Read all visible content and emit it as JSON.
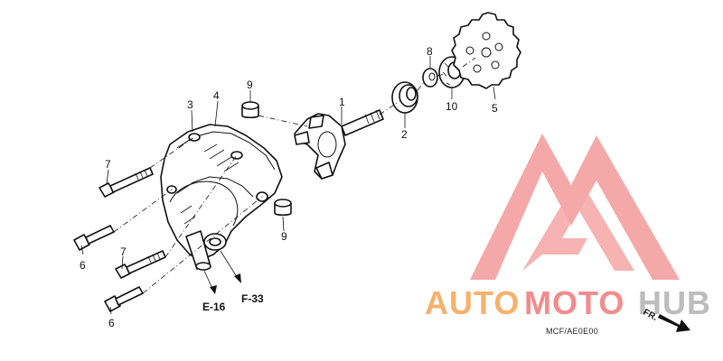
{
  "callouts": {
    "c1": "1",
    "c2": "2",
    "c3": "3",
    "c4": "4",
    "c5": "5",
    "c6a": "6",
    "c6b": "6",
    "c7a": "7",
    "c7b": "7",
    "c8": "8",
    "c9a": "9",
    "c9b": "9",
    "c10": "10"
  },
  "references": {
    "e16": "E-16",
    "f33": "F-33"
  },
  "diagram_code": "MCF/AE0E00",
  "direction_marker": "FR.",
  "watermark": {
    "part1": "AUTO",
    "part2": "MOTO",
    "part3": "HUB",
    "color_orange": "#F6B26B",
    "color_red": "#F28C8C",
    "color_gray": "#BDBDBD"
  }
}
